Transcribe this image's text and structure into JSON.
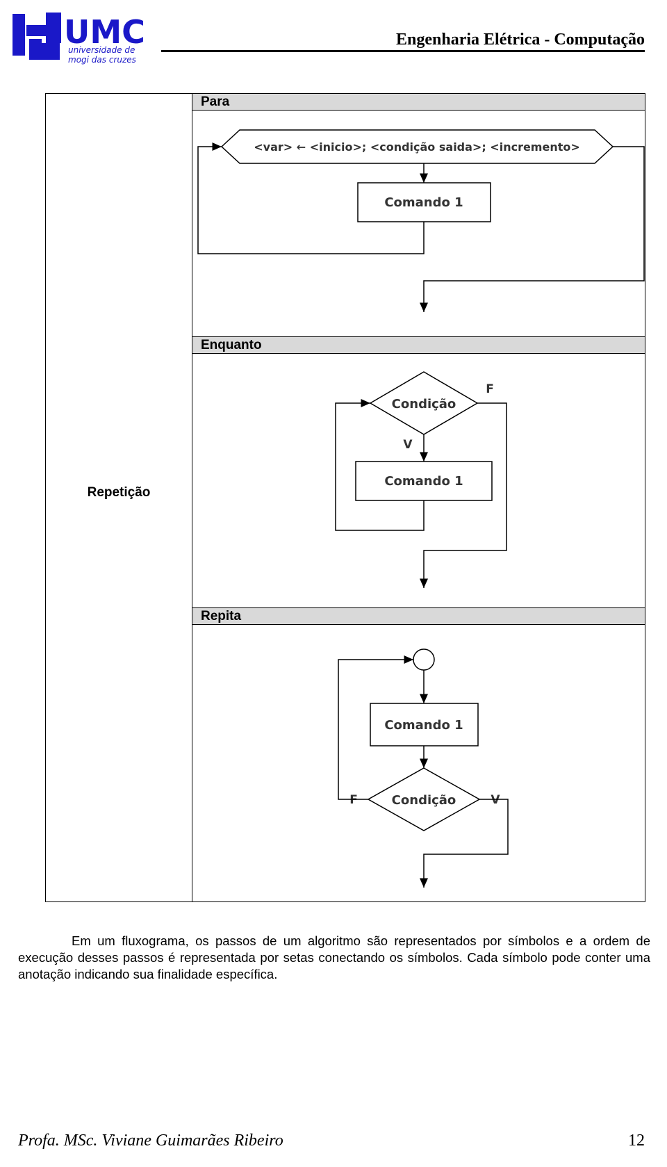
{
  "header": {
    "logo_text": "UMC",
    "logo_subtext": [
      "universidade de",
      "mogi das cruzes"
    ],
    "title": "Engenharia Elétrica - Computação"
  },
  "table": {
    "row_label": "Repetição",
    "sections": [
      {
        "heading": "Para",
        "diagram": {
          "loop_node": "<var> ← <inicio>; <condição saida>; <incremento>",
          "command": "Comando 1"
        }
      },
      {
        "heading": "Enquanto",
        "diagram": {
          "condition": "Condição",
          "true_label": "V",
          "false_label": "F",
          "command": "Comando 1"
        }
      },
      {
        "heading": "Repita",
        "diagram": {
          "command": "Comando 1",
          "condition": "Condição",
          "false_label": "F",
          "true_label": "V"
        }
      }
    ]
  },
  "paragraph": "Em um fluxograma, os passos de um algoritmo são representados por símbolos e a ordem de execução desses passos é representada por setas conectando os símbolos. Cada símbolo pode conter uma anotação indicando sua finalidade específica.",
  "footer": {
    "author": "Profa. MSc. Viviane Guimarães Ribeiro",
    "page": "12"
  },
  "colors": {
    "logo_blue": "#1a18c8",
    "heading_bg": "#d9d9d9"
  }
}
